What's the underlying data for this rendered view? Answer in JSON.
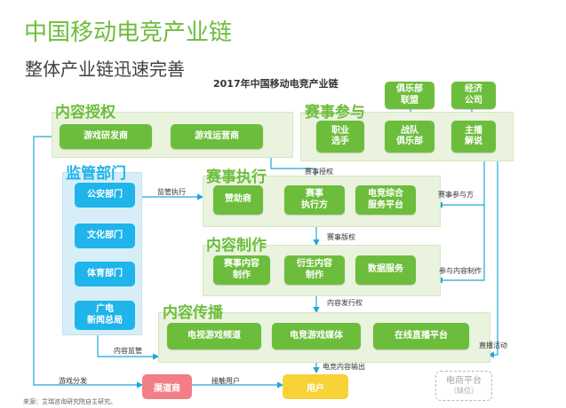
{
  "header": {
    "title": "中国移动电竞产业链",
    "subtitle": "整体产业链迅速完善",
    "diagram_title": "2017年中国移动电竞产业链"
  },
  "sections": {
    "content_licensing": {
      "label": "内容授权",
      "nodes": [
        "游戏研发商",
        "游戏运营商"
      ]
    },
    "event_participation": {
      "label": "赛事参与",
      "top_nodes": [
        "俱乐部\n联盟",
        "经济\n公司"
      ],
      "nodes": [
        "职业\n选手",
        "战队\n俱乐部",
        "主播\n解说"
      ]
    },
    "regulators": {
      "label": "监管部门",
      "nodes": [
        "公安部门",
        "文化部门",
        "体育部门",
        "广电\n新闻总局"
      ]
    },
    "event_execution": {
      "label": "赛事执行",
      "nodes": [
        "赞助商",
        "赛事\n执行方",
        "电竞综合\n服务平台"
      ]
    },
    "content_production": {
      "label": "内容制作",
      "nodes": [
        "赛事内容\n制作",
        "衍生内容\n制作",
        "数据服务"
      ]
    },
    "content_distribution": {
      "label": "内容传播",
      "nodes": [
        "电视游戏频道",
        "电竞游戏媒体",
        "在线直播平台"
      ]
    },
    "bottom": {
      "channel": "渠道商",
      "user": "用户",
      "ecommerce_label": "电商平台",
      "ecommerce_note": "（缺位）"
    }
  },
  "edge_labels": {
    "event_license": "赛事授权",
    "regulation_execution": "监管执行",
    "event_participation": "赛事参与方",
    "event_copyright": "赛事版权",
    "content_production_participation": "参与内容制作",
    "content_distribution_rights": "内容发行权",
    "content_regulation": "内容监管",
    "live_activity": "直播活动",
    "game_distribution": "游戏分发",
    "reach_users": "接触用户",
    "esports_content_output": "电竞内容输出"
  },
  "source": "来源：艾瑞咨询研究院自主研究。",
  "colors": {
    "green": "#6dbd3c",
    "blue": "#1fb4ea",
    "pink": "#f27e87",
    "yellow": "#f7d238",
    "panel_green": "#e9f3de",
    "panel_blue": "#d7eef9"
  }
}
